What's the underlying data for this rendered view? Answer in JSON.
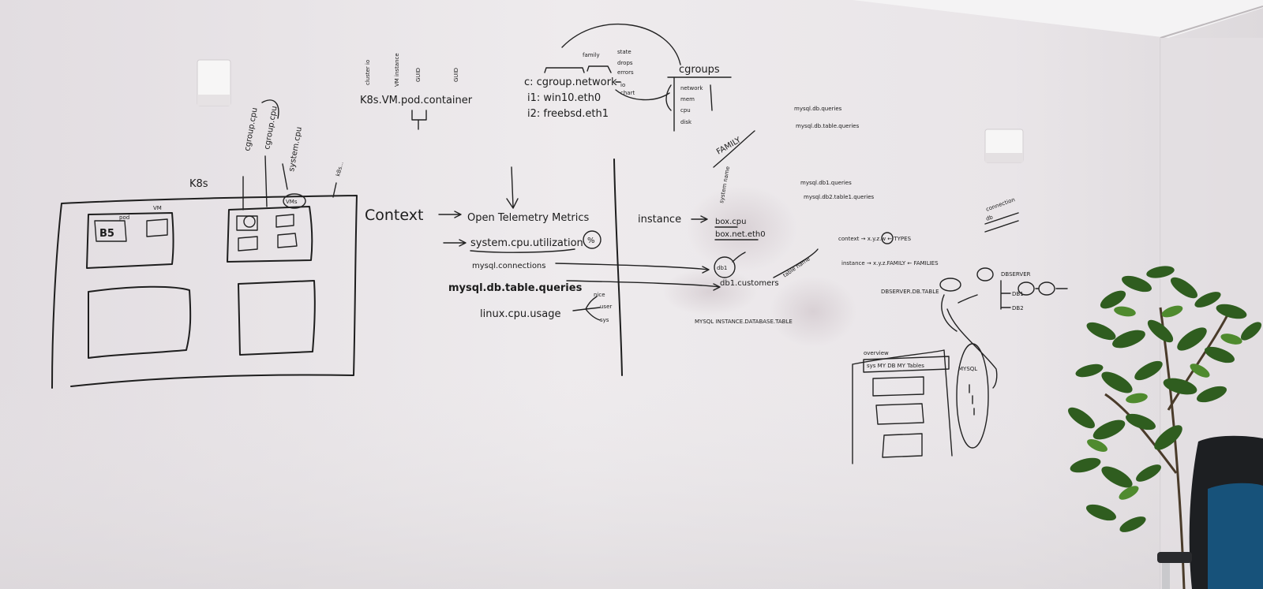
{
  "board": {
    "kbs_top": "K8s.VM.pod.container",
    "kbs_top_labels": [
      "cluster io",
      "VM instance",
      "GUID",
      "GUID"
    ],
    "kbs_left": "K8s",
    "vm_label": "VM",
    "box_label": "B5",
    "pod_label": "pod",
    "vertical_labels": [
      "cgroup.cpu",
      "cgroup.cpu",
      "system.cpu",
      "k8s..."
    ],
    "vms_label": "VMs",
    "context": "Context",
    "otel": "Open Telemetry Metrics",
    "sys_cpu": "system.cpu.utilization",
    "percent": "%",
    "mysql_conn": "mysql.connections",
    "mysql_queries": "mysql.db.table.queries",
    "linux_cpu": "linux.cpu.usage",
    "linux_branches": [
      "nice",
      "user",
      "sys"
    ],
    "cgroup_rows": [
      "c: cgroup.network",
      "i1: win10.eth0",
      "i2: freebsd.eth1"
    ],
    "cgroup_notes": [
      "family",
      "state",
      "drops",
      "errors",
      "io",
      "chart"
    ],
    "cgroups_title": "cgroups",
    "cgroups_items": [
      "network",
      "mem",
      "cpu",
      "disk"
    ],
    "family_note": "FAMILY",
    "instance": "instance",
    "box_cpu": "box.cpu",
    "box_net": "box.net.eth0",
    "system_name": "system name",
    "db1": "db1",
    "db1_customers": "db1.customers",
    "table_name": "table name",
    "mysql_instance_db": "MYSQL INSTANCE.DATABASE.TABLE",
    "right_queries": [
      "mysql.db.queries",
      "mysql.db.table.queries",
      "mysql.db1.queries",
      "mysql.db2.table1.queries"
    ],
    "context_types": "context → x.y.z.w ← TYPES",
    "instance_fam": "instance → x.y.z.FAMILY ← FAMILIES",
    "db_row": "DBSERVER.DB.TABLE",
    "dbserver": "DBSERVER",
    "db_items": [
      "DB1",
      "DB2"
    ],
    "overview": "overview",
    "tab_row": "sys MY DB MY Tables",
    "mysql_oval": "MYSQL",
    "corner_note": [
      "connection",
      "db"
    ]
  }
}
